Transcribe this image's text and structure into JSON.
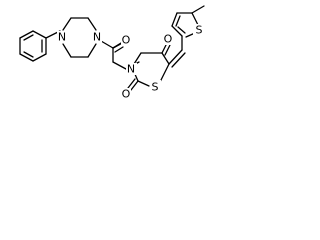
{
  "molecule": {
    "atoms": {
      "piperazine_n1": "N",
      "piperazine_n4": "N",
      "carbonyl_oxygen_amide": "O",
      "thiazolidine_n": "N",
      "carbonyl_oxygen_c4": "O",
      "carbonyl_oxygen_c2": "O",
      "thiazolidine_s": "S",
      "thiophene_s": "S"
    }
  }
}
